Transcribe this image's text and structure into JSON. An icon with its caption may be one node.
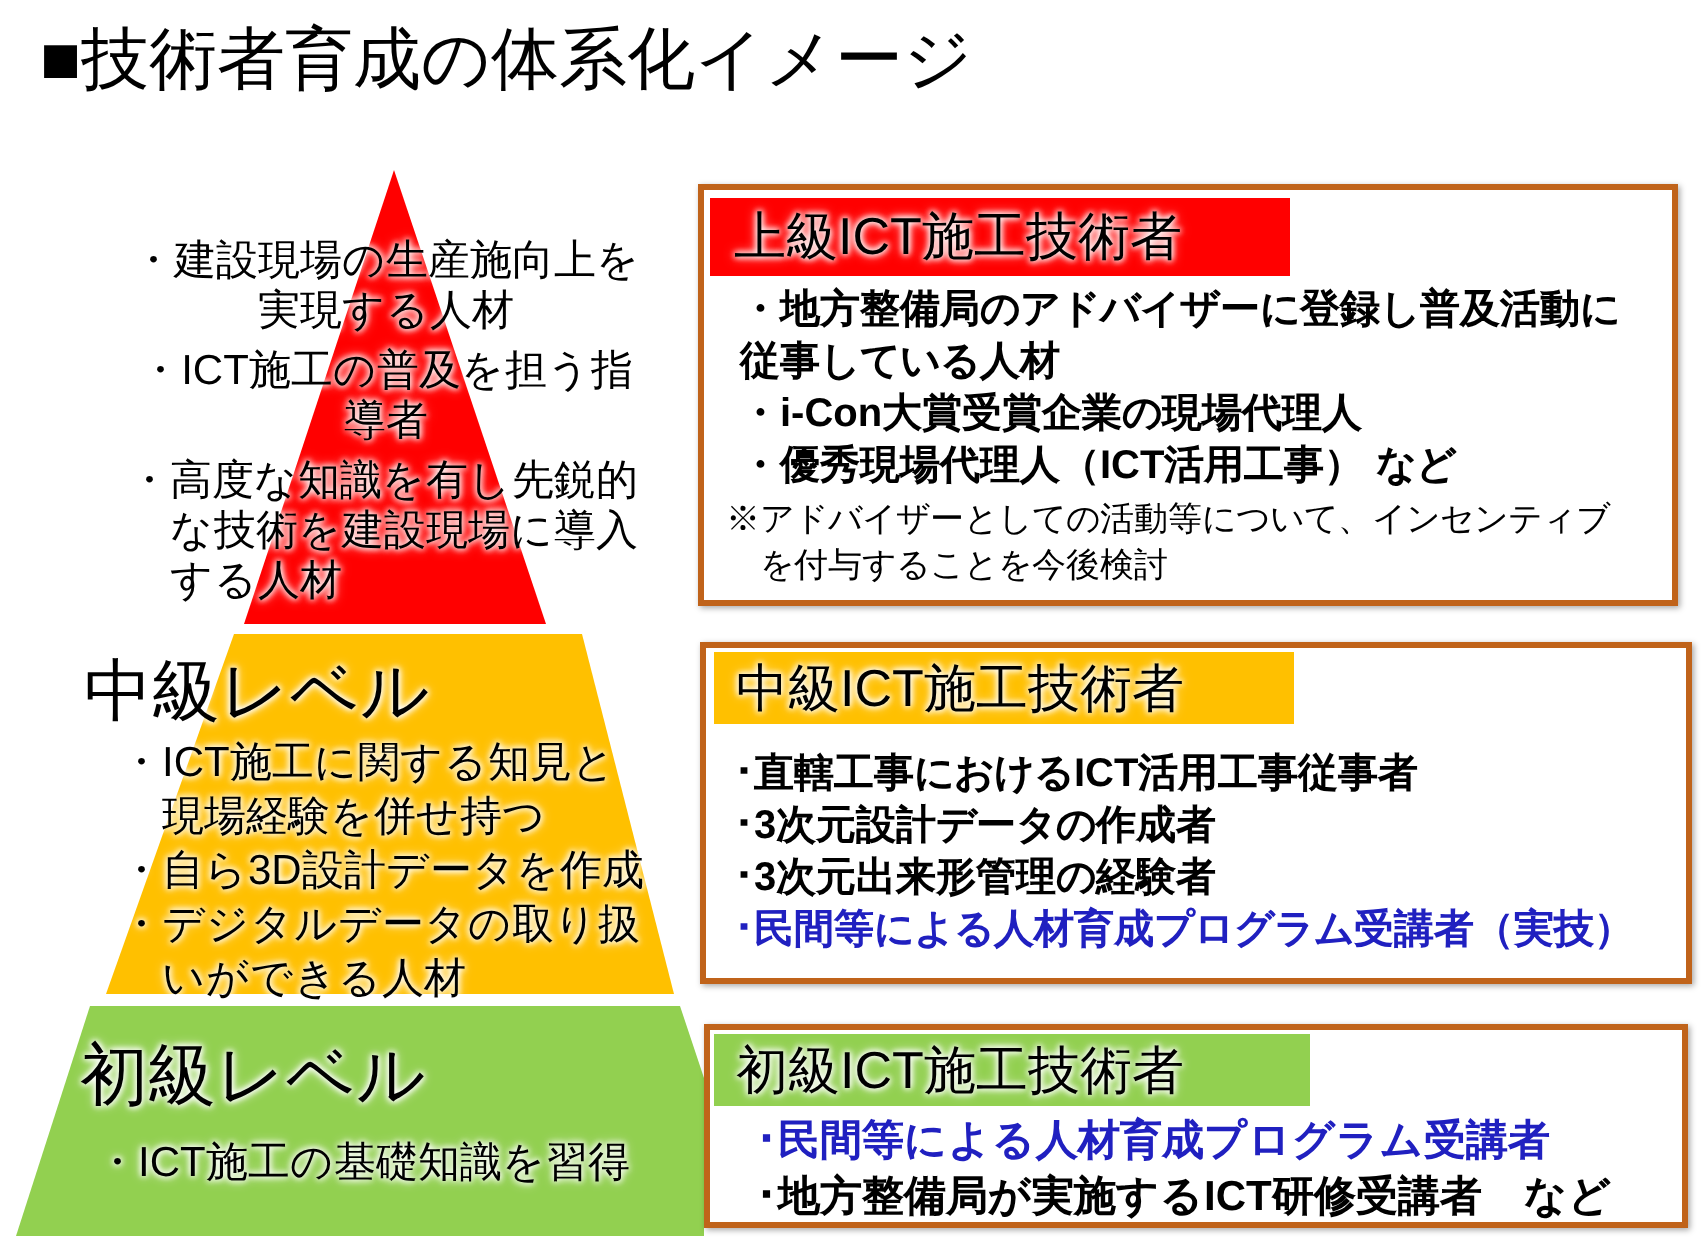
{
  "diagram": {
    "title": "■技術者育成の体系化イメージ",
    "nodes": [
      {
        "text": [
          "・建設現場の生産施向上を実現する人材",
          "・ICT施工の普及を担う指導者",
          "・高度な知識を有し先鋭的な技術を建設現場に導入する人材"
        ]
      },
      {
        "text": [
          "中級レベル",
          "・ICT施工に関する知見と現場経験を併せ持つ",
          "・自ら3D設計データを作成",
          "・デジタルデータの取り扱いができる人材"
        ]
      },
      {
        "text": [
          "初級レベル",
          "・ICT施工の基礎知識を習得"
        ]
      },
      {
        "text": [
          "・地方整備局のアドバイザーに登録し普及活動に従事している人材",
          "・i-Con大賞受賞企業の現場代理人",
          "・優秀現場代理人（ICT活用工事） など",
          "※アドバイザーとしての活動等について、インセンティブを付与することを今後検討"
        ]
      },
      {
        "text": [
          "上級ICT施工技術者"
        ],
        "in": 3
      },
      {
        "text": [
          "･直轄工事におけるICT活用工事従事者",
          "･3次元設計データの作成者",
          "･3次元出来形管理の経験者",
          "･民間等による人材育成プログラム受講者（実技）"
        ]
      },
      {
        "text": [
          "中級ICT施工技術者"
        ],
        "in": 5
      },
      {
        "text": [
          "･民間等による人材育成プログラム受講者",
          "･地方整備局が実施するICT研修受講者　など"
        ]
      },
      {
        "text": [
          "初級ICT施工技術者"
        ],
        "in": 7
      }
    ]
  }
}
